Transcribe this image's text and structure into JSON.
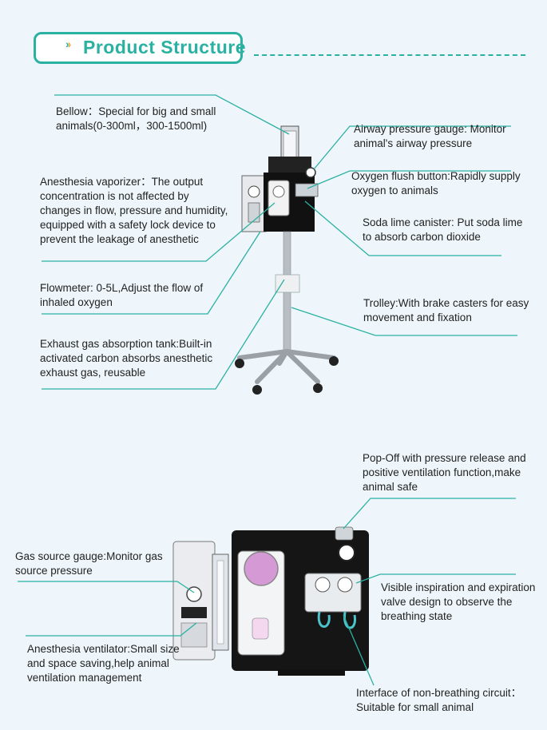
{
  "header": {
    "title": "Product Structure"
  },
  "callouts_top": [
    {
      "id": "bellow",
      "lines": [
        "Bellow：Special for big and small",
        "animals(0-300ml，300-1500ml)"
      ]
    },
    {
      "id": "airway-gauge",
      "lines": [
        "Airway pressure gauge: Monitor",
        "animal's airway pressure"
      ]
    },
    {
      "id": "vaporizer",
      "lines": [
        "Anesthesia vaporizer：The output",
        "concentration is not affected by",
        "changes in flow, pressure and humidity,",
        "equipped with a safety lock device to",
        "prevent the leakage of anesthetic"
      ]
    },
    {
      "id": "oxygen-flush",
      "lines": [
        "Oxygen flush button:Rapidly supply",
        "oxygen to animals"
      ]
    },
    {
      "id": "soda-lime",
      "lines": [
        "Soda lime canister: Put soda lime",
        "to absorb carbon dioxide"
      ]
    },
    {
      "id": "flowmeter",
      "lines": [
        "Flowmeter: 0-5L,Adjust the flow of",
        "inhaled oxygen"
      ]
    },
    {
      "id": "trolley",
      "lines": [
        "Trolley:With brake casters for easy",
        "movement and  fixation"
      ]
    },
    {
      "id": "exhaust-tank",
      "lines": [
        "Exhaust gas absorption tank:Built-in",
        "activated carbon absorbs anesthetic",
        "exhaust gas, reusable"
      ]
    }
  ],
  "callouts_bottom": [
    {
      "id": "pop-off",
      "lines": [
        "Pop-Off with pressure release and",
        "positive ventilation function,make",
        "animal safe"
      ]
    },
    {
      "id": "gas-source-gauge",
      "lines": [
        "Gas source gauge:Monitor gas",
        "source pressure"
      ]
    },
    {
      "id": "valve-design",
      "lines": [
        "Visible inspiration and expiration",
        "valve design to observe the",
        "breathing state"
      ]
    },
    {
      "id": "ventilator",
      "lines": [
        "Anesthesia ventilator:Small size",
        "and space saving,help animal",
        "ventilation management"
      ]
    },
    {
      "id": "non-breathing",
      "lines": [
        "Interface of non-breathing circuit：",
        "Suitable for small animal"
      ]
    }
  ],
  "colors": {
    "accent": "#2bb1a2",
    "accent_arrow": "#f0a22b",
    "leader_line": "#2bb1a2",
    "background": "#eef6fb"
  }
}
